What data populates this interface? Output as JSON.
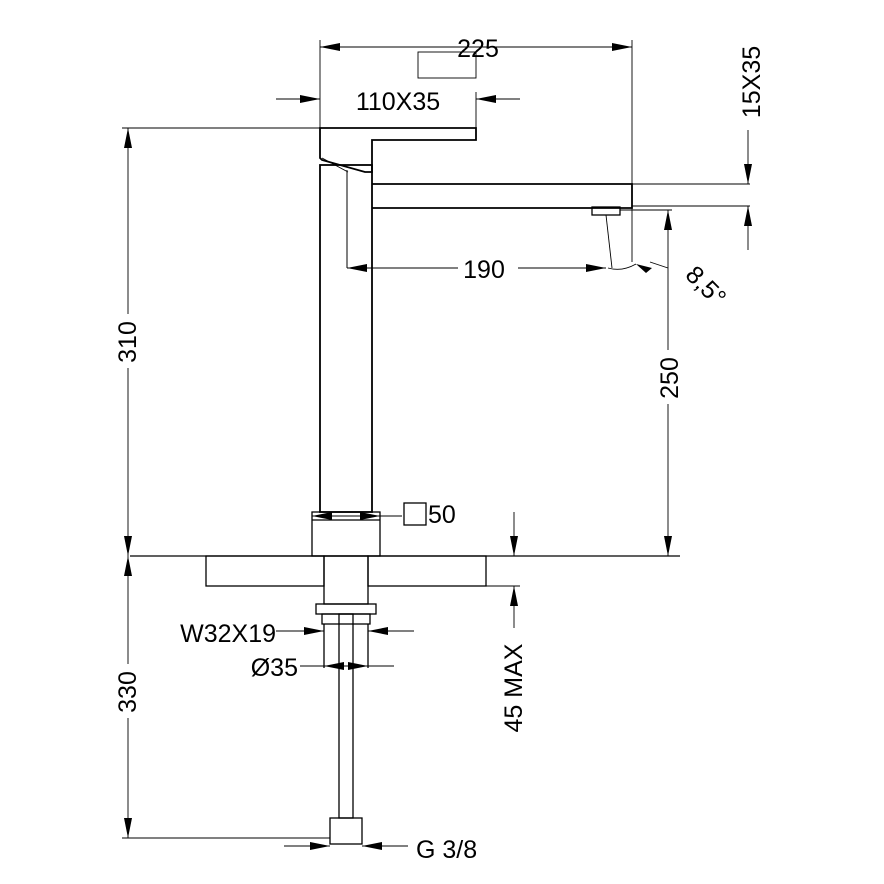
{
  "dimensions": {
    "overall_width": "225",
    "handle_size": "110X35",
    "spout_section": "15X35",
    "spout_reach": "190",
    "spout_angle": "8,5°",
    "spout_height": "250",
    "total_height": "310",
    "base_square": "50",
    "tail_thread": "W32X19",
    "tail_diameter": "Ø35",
    "max_deck_thickness": "45 MAX",
    "hose_length": "330",
    "hose_connection": "G 3/8"
  }
}
